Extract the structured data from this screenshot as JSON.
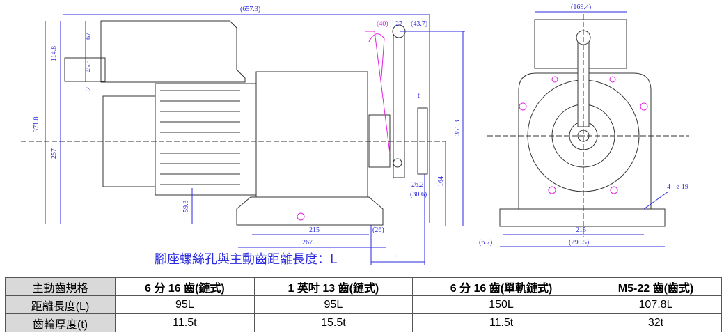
{
  "drawing": {
    "side_view": {
      "overall_length": "(657.3)",
      "height_114": "114.8",
      "height_67": "67",
      "height_45": "45.8",
      "gap_2": "2",
      "total_height": "371.8",
      "base_height": "257",
      "foot_height": "59.3",
      "handle_swing": "(40)",
      "handle_width": "27",
      "handle_offset": "(43.7)",
      "gear_thickness": "t",
      "shaft_height": "351.3",
      "shaft_center": "164",
      "dim_26_2": "26.2",
      "dim_30_6": "(30.6)",
      "foot_holes": "215",
      "foot_offset": "(26)",
      "base_length": "267.5",
      "distance_L": "L"
    },
    "front_view": {
      "width_top": "(169.4)",
      "holes": "4 - ø 19",
      "foot_holes": "215",
      "base_width": "(290.5)",
      "edge": "(6.7)"
    },
    "caption": "腳座螺絲孔與主動齒距離長度：L"
  },
  "table": {
    "headers": [
      "主動齒規格",
      "6 分 16 齒(鏈式)",
      "1 英吋 13 齒(鏈式)",
      "6 分 16 齒(單軌鏈式)",
      "M5-22 齒(齒式)"
    ],
    "rows": [
      {
        "label": "距離長度(L)",
        "values": [
          "95L",
          "95L",
          "150L",
          "107.8L"
        ]
      },
      {
        "label": "齒輪厚度(t)",
        "values": [
          "11.5t",
          "15.5t",
          "11.5t",
          "32t"
        ]
      }
    ]
  }
}
